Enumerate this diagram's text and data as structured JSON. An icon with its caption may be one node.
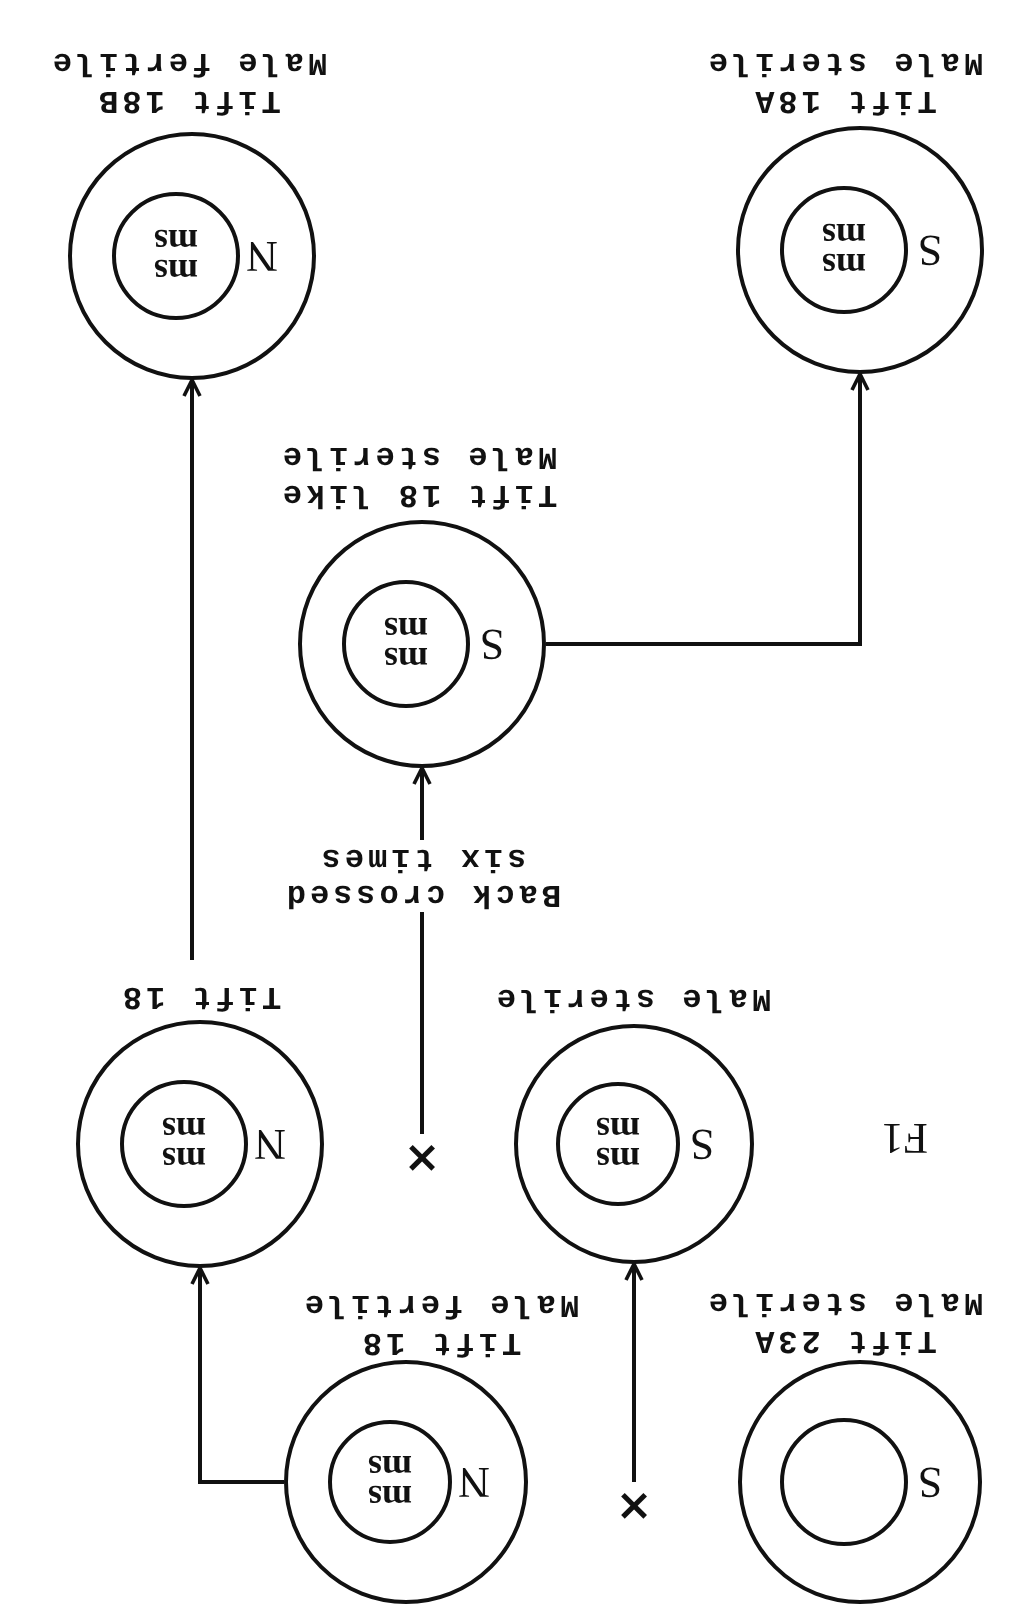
{
  "diagram": {
    "nodes": [
      {
        "text": [
          "S"
        ],
        "beside": [
          "Tift 23A",
          "Male sterile"
        ]
      },
      {
        "text": [],
        "shape": "circle",
        "in": 0
      },
      {
        "text": [
          "×"
        ]
      },
      {
        "text": [
          "N"
        ],
        "beside": [
          "Tift 18",
          "Male fertile"
        ]
      },
      {
        "text": [
          "ms ms"
        ],
        "in": 3
      },
      {
        "text": [
          "S"
        ],
        "beside": [
          "Male sterile"
        ]
      },
      {
        "text": [
          "ms ms"
        ],
        "in": 5
      },
      {
        "text": [
          "×"
        ]
      },
      {
        "text": [
          "N"
        ],
        "beside": [
          "Tift 18"
        ]
      },
      {
        "text": [
          "ms ms"
        ],
        "in": 8
      },
      {
        "text": [
          "S"
        ],
        "beside": [
          "Tift 18 like",
          "Male sterile"
        ]
      },
      {
        "text": [
          "ms ms"
        ],
        "in": 10
      },
      {
        "text": [
          "S"
        ],
        "beside": [
          "Tift 18A",
          "Male sterile"
        ]
      },
      {
        "text": [
          "ms ms"
        ],
        "in": 12
      },
      {
        "text": [
          "N"
        ],
        "beside": [
          "Tift 18B",
          "Male fertile"
        ]
      },
      {
        "text": [
          "ms ms"
        ],
        "in": 14
      }
    ],
    "edges": [
      {
        "from": 2,
        "to": 5,
        "arrow": "to"
      },
      {
        "from": 3,
        "to": 8,
        "arrow": "to"
      },
      {
        "from": 7,
        "to": 10,
        "arrow": "to",
        "label": "Back crossed six times"
      },
      {
        "from": 10,
        "to": 12,
        "arrow": "to"
      },
      {
        "from": 8,
        "to": 14,
        "arrow": "to"
      }
    ],
    "labels": [
      "F1"
    ]
  }
}
